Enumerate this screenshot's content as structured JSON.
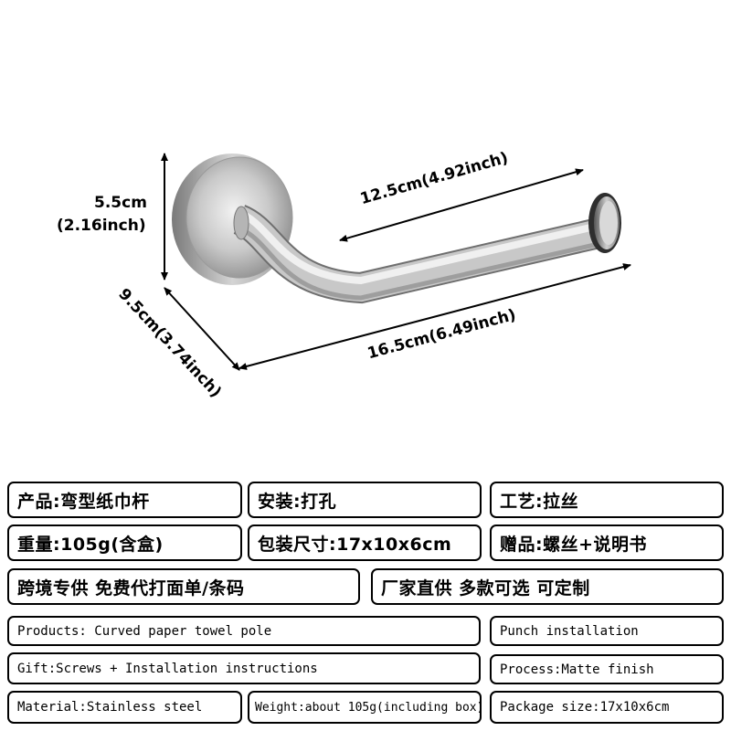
{
  "dimensions": {
    "height": "5.5cm",
    "height_inch": "(2.16inch)",
    "depth": "9.5cm(3.74inch)",
    "arm_length": "12.5cm(4.92inch)",
    "total_length": "16.5cm(6.49inch)"
  },
  "specs_cn": {
    "product": "产品:弯型纸巾杆",
    "installation": "安装:打孔",
    "process": "工艺:拉丝",
    "weight": "重量:105g(含盒)",
    "package_size": "包装尺寸:17x10x6cm",
    "gift": "赠品:螺丝+说明书",
    "cross_border": "跨境专供 免费代打面单/条码",
    "factory": "厂家直供 多款可选 可定制"
  },
  "specs_en": {
    "products": "Products: Curved paper towel pole",
    "punch": "Punch installation",
    "gift": "Gift:Screws + Installation instructions",
    "process": "Process:Matte finish",
    "material": "Material:Stainless steel",
    "weight": "Weight:about 105g(including box)",
    "package": "Package size:17x10x6cm"
  }
}
